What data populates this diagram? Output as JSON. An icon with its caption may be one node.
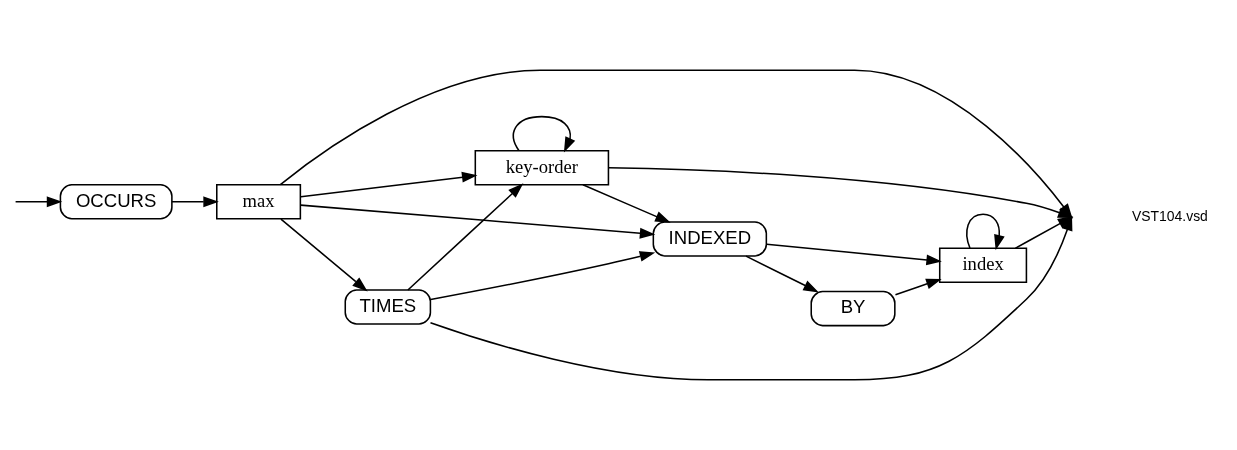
{
  "diagram": {
    "nodes": [
      {
        "text": [
          "OCCURS"
        ]
      },
      {
        "text": [
          "max"
        ]
      },
      {
        "text": [
          "TIMES"
        ]
      },
      {
        "text": [
          "key-order"
        ]
      },
      {
        "text": [
          "INDEXED"
        ]
      },
      {
        "text": [
          "BY"
        ]
      },
      {
        "text": [
          "index"
        ]
      }
    ],
    "edges": [
      {
        "from": null,
        "to": 0,
        "arrow": "to"
      },
      {
        "from": 0,
        "to": 1,
        "arrow": "to"
      },
      {
        "from": 1,
        "to": 2,
        "arrow": "to"
      },
      {
        "from": 1,
        "to": null,
        "arrow": "to"
      },
      {
        "from": 2,
        "to": null,
        "arrow": "to"
      },
      {
        "from": 1,
        "to": 3,
        "arrow": "to"
      },
      {
        "from": 2,
        "to": 3,
        "arrow": "to"
      },
      {
        "from": 3,
        "to": 3,
        "arrow": "to"
      },
      {
        "from": 3,
        "to": null,
        "arrow": "to"
      },
      {
        "from": 1,
        "to": 4,
        "arrow": "to"
      },
      {
        "from": 2,
        "to": 4,
        "arrow": "to"
      },
      {
        "from": 3,
        "to": 4,
        "arrow": "to"
      },
      {
        "from": 4,
        "to": 5,
        "arrow": "to"
      },
      {
        "from": 4,
        "to": 6,
        "arrow": "to"
      },
      {
        "from": 5,
        "to": 6,
        "arrow": "to"
      },
      {
        "from": 6,
        "to": 6,
        "arrow": "to"
      },
      {
        "from": 6,
        "to": null,
        "arrow": "to"
      }
    ],
    "labels": [
      "VST104.vsd"
    ]
  }
}
